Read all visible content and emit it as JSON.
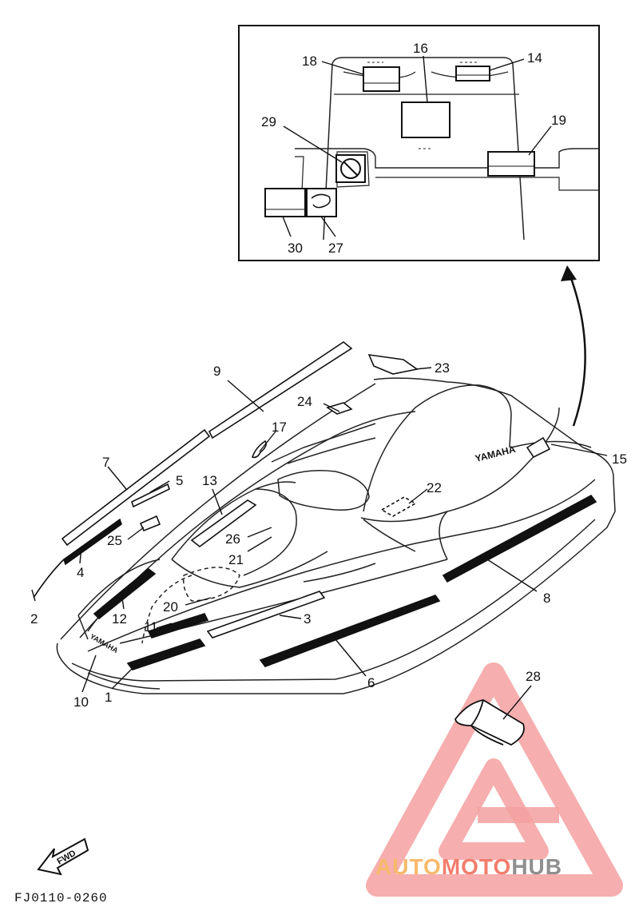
{
  "diagram": {
    "callouts": [
      {
        "id": "c1",
        "text": "1"
      },
      {
        "id": "c2",
        "text": "2"
      },
      {
        "id": "c3",
        "text": "3"
      },
      {
        "id": "c4",
        "text": "4"
      },
      {
        "id": "c5",
        "text": "5"
      },
      {
        "id": "c6",
        "text": "6"
      },
      {
        "id": "c7",
        "text": "7"
      },
      {
        "id": "c8",
        "text": "8"
      },
      {
        "id": "c9",
        "text": "9"
      },
      {
        "id": "c10",
        "text": "10"
      },
      {
        "id": "c11",
        "text": "11"
      },
      {
        "id": "c12",
        "text": "12"
      },
      {
        "id": "c13",
        "text": "13"
      },
      {
        "id": "c14",
        "text": "14"
      },
      {
        "id": "c15",
        "text": "15"
      },
      {
        "id": "c16",
        "text": "16"
      },
      {
        "id": "c17",
        "text": "17"
      },
      {
        "id": "c18",
        "text": "18"
      },
      {
        "id": "c19",
        "text": "19"
      },
      {
        "id": "c20",
        "text": "20"
      },
      {
        "id": "c21",
        "text": "21"
      },
      {
        "id": "c22",
        "text": "22"
      },
      {
        "id": "c23",
        "text": "23"
      },
      {
        "id": "c24",
        "text": "24"
      },
      {
        "id": "c25",
        "text": "25"
      },
      {
        "id": "c26",
        "text": "26"
      },
      {
        "id": "c27",
        "text": "27"
      },
      {
        "id": "c28",
        "text": "28"
      },
      {
        "id": "c29",
        "text": "29"
      },
      {
        "id": "c30",
        "text": "30"
      }
    ],
    "hull_text": "YAMAHA",
    "fwd_arrow_text": "FWD",
    "figure_code": "FJ0110-0260"
  },
  "watermark": {
    "part1": "AUTO",
    "part2": "MOTO",
    "part3": "HUB",
    "color1": "#f7b96a",
    "color2": "#f27d6d",
    "color3": "#8f8f8f"
  }
}
